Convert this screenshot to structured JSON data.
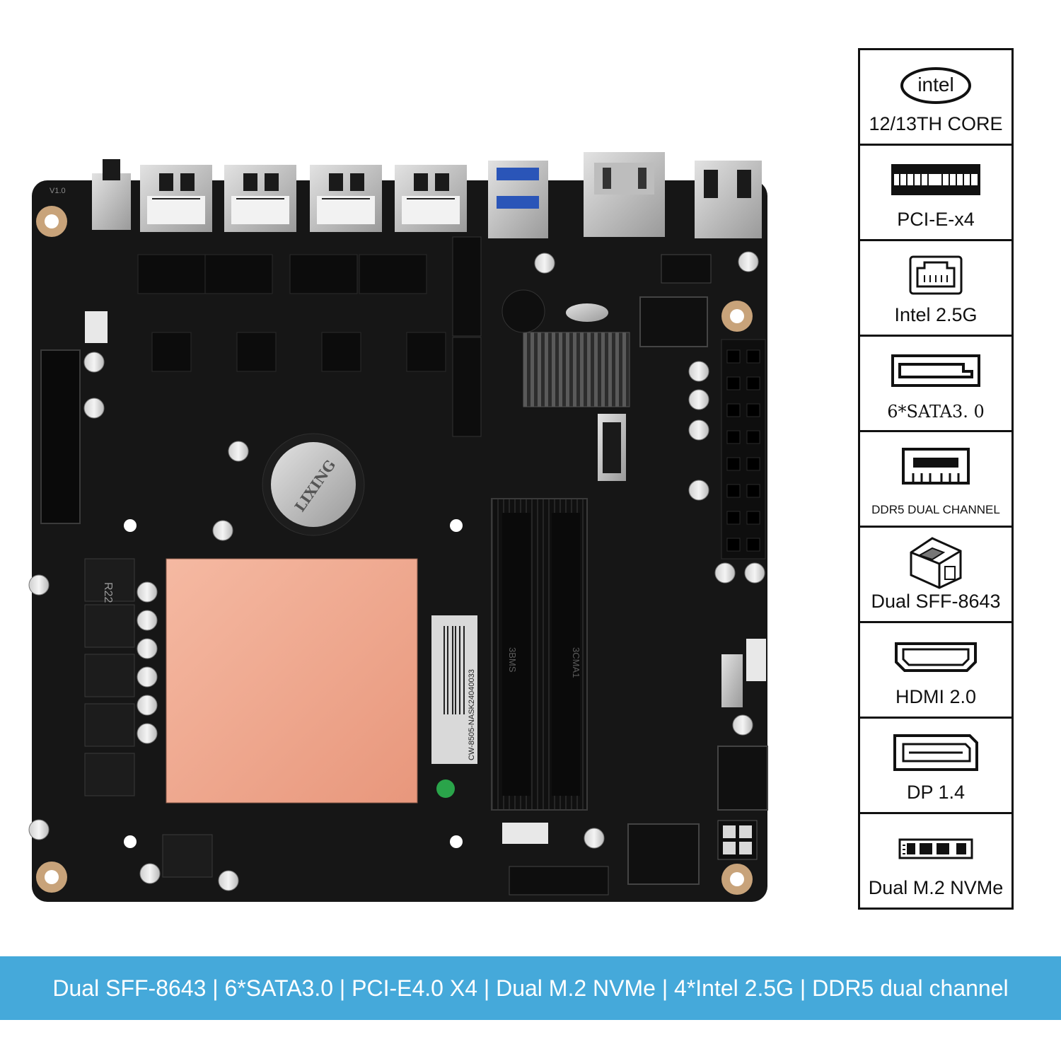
{
  "colors": {
    "banner": "#45a9da",
    "banner_text": "#ffffff",
    "pcb": "#161616",
    "copper_plate": "#eba48b",
    "panel_border": "#111111"
  },
  "board": {
    "ram_silkscreen": [
      "3BMS",
      "3CMA1"
    ],
    "vrm_inductor_label": "R22",
    "cpu_label": "CW-8505-NASK24040033",
    "coin_cell_label": "LIXING"
  },
  "spec_panel": {
    "items": [
      {
        "icon": "intel-logo-icon",
        "logo_text": "intel",
        "label": "12/13TH CORE"
      },
      {
        "icon": "pcie-slot-icon",
        "label": "PCI-E-x4"
      },
      {
        "icon": "ethernet-port-icon",
        "label": "Intel 2.5G"
      },
      {
        "icon": "sata-port-icon",
        "label": "6*SATA3. 0"
      },
      {
        "icon": "ddr-memory-icon",
        "label": "DDR5 DUAL CHANNEL"
      },
      {
        "icon": "sff-8643-connector-icon",
        "label": "Dual SFF-8643"
      },
      {
        "icon": "hdmi-port-icon",
        "label": "HDMI 2.0"
      },
      {
        "icon": "displayport-icon",
        "label": "DP 1.4"
      },
      {
        "icon": "m2-nvme-icon",
        "label": "Dual M.2 NVMe"
      }
    ]
  },
  "banner": {
    "text": "Dual SFF-8643 | 6*SATA3.0 | PCI-E4.0 X4 | Dual M.2 NVMe | 4*Intel 2.5G | DDR5 dual channel"
  }
}
